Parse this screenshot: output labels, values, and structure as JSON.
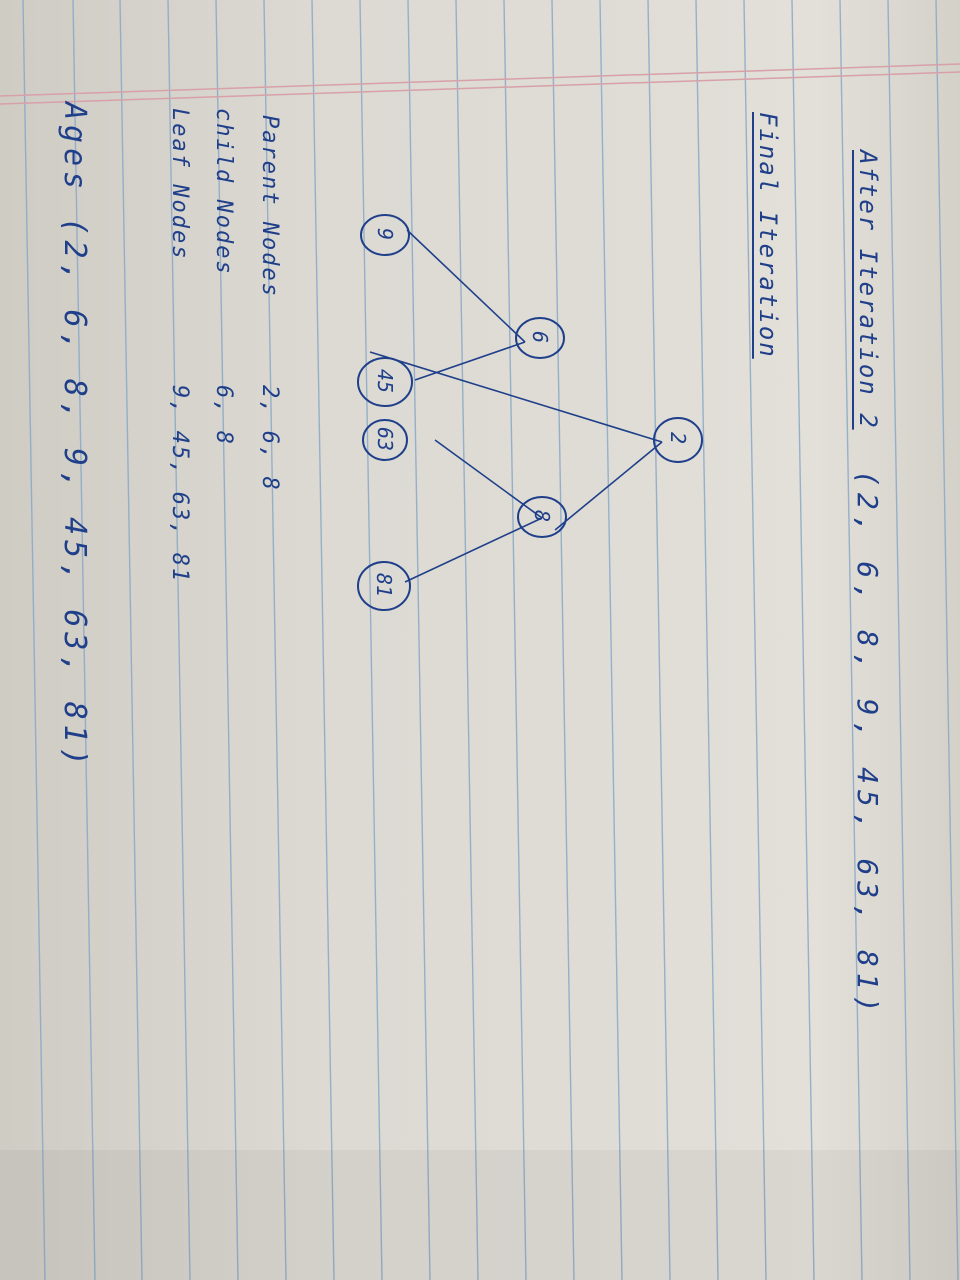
{
  "notes": {
    "heading": "After Iteration 2",
    "heading_values": "(2, 6, 8, 9, 45, 63, 81)",
    "subheading": "Final Iteration",
    "tree": {
      "root": "2",
      "level1": [
        "6",
        "8"
      ],
      "leaves": [
        "9",
        "45",
        "63",
        "81"
      ]
    },
    "parent_nodes": {
      "label": "Parent Nodes",
      "value": "2, 6, 8"
    },
    "child_nodes": {
      "label": "child Nodes",
      "value": "6, 8"
    },
    "leaf_nodes": {
      "label": "Leaf Nodes",
      "value": "9, 45, 63, 81"
    },
    "ages": "Ages (2, 6, 8, 9, 45, 63, 81)"
  },
  "colors": {
    "ink": "#1f3f8a",
    "ruled_line": "#8aa8c8",
    "margin_line": "#d8a0a8",
    "paper": "#dedcd5"
  }
}
